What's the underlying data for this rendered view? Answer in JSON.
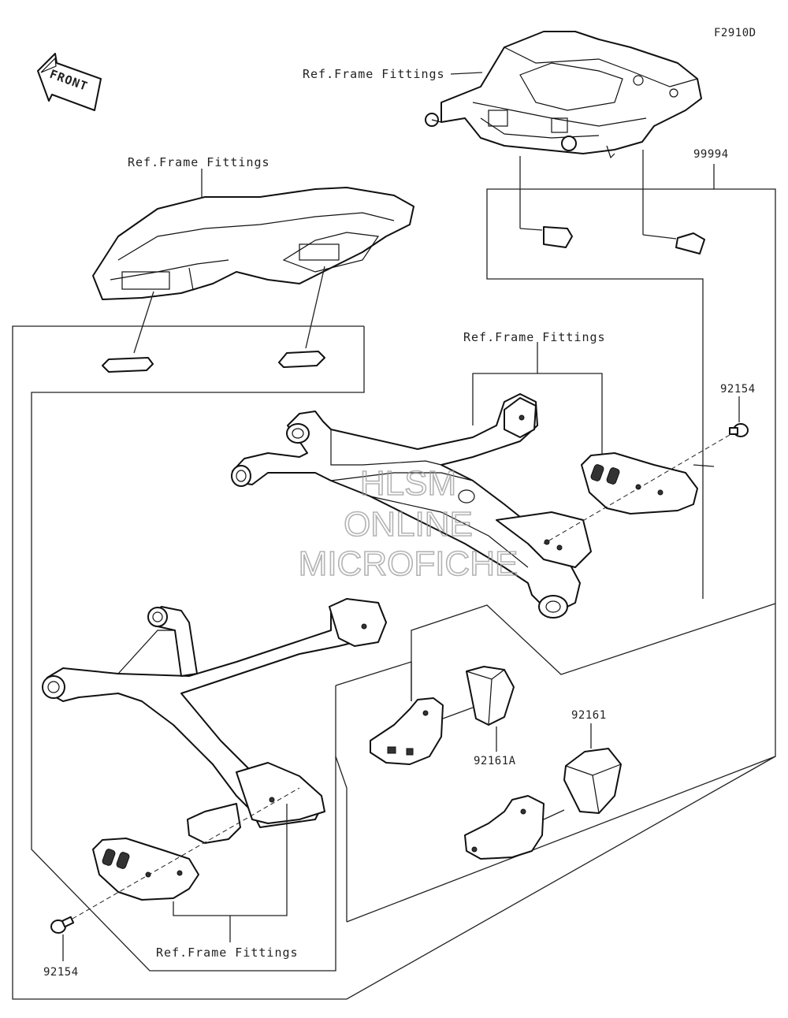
{
  "figure_code": "F2910D",
  "front_label": "FRONT",
  "ref_label": "Ref.Frame Fittings",
  "part_numbers": {
    "p99994": "99994",
    "p92154": "92154",
    "p92161": "92161",
    "p92161A": "92161A"
  },
  "watermark": {
    "line1": "HLSM",
    "line2": "ONLINE",
    "line3": "MICROFICHE"
  }
}
